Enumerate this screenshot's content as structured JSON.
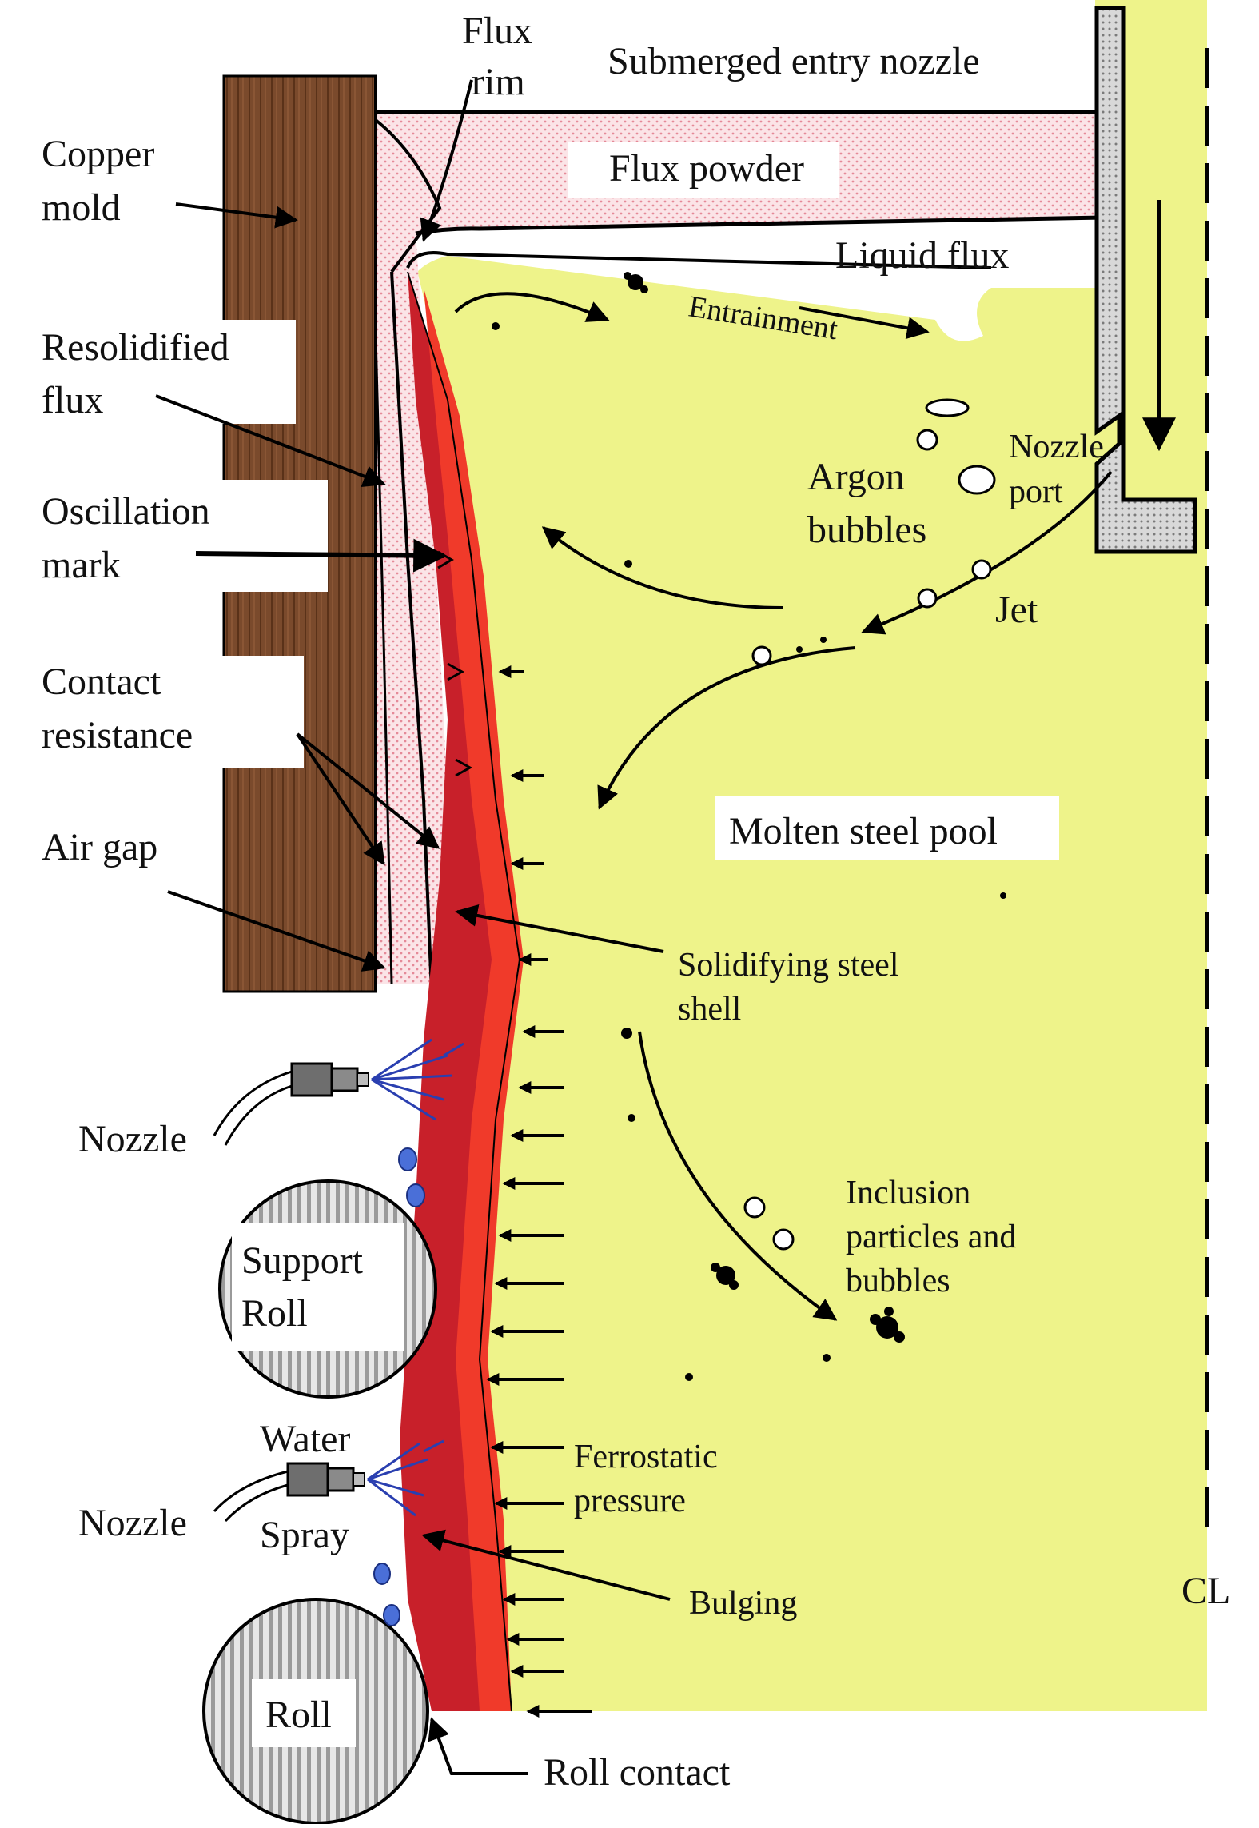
{
  "diagram": {
    "labels": {
      "flux_rim_1": "Flux",
      "flux_rim_2": "rim",
      "sen": "Submerged entry nozzle",
      "copper_mold_1": "Copper",
      "copper_mold_2": "mold",
      "flux_powder": "Flux powder",
      "liquid_flux": "Liquid flux",
      "entrainment": "Entrainment",
      "resolidified_1": "Resolidified",
      "resolidified_2": "flux",
      "oscillation_1": "Oscillation",
      "oscillation_2": "mark",
      "argon_1": "Argon",
      "argon_2": "bubbles",
      "nozzle_port_1": "Nozzle",
      "nozzle_port_2": "port",
      "jet": "Jet",
      "contact_1": "Contact",
      "contact_2": "resistance",
      "molten_pool": "Molten steel pool",
      "air_gap": "Air gap",
      "shell_1": "Solidifying steel",
      "shell_2": "shell",
      "nozzle_1": "Nozzle",
      "inclusion_1": "Inclusion",
      "inclusion_2": "particles and",
      "inclusion_3": "bubbles",
      "support_roll_1": "Support",
      "support_roll_2": "Roll",
      "water": "Water",
      "spray": "Spray",
      "nozzle_2": "Nozzle",
      "ferrostatic_1": "Ferrostatic",
      "ferrostatic_2": "pressure",
      "bulging": "Bulging",
      "centerline": "CL",
      "roll": "Roll",
      "roll_contact": "Roll contact"
    },
    "colors": {
      "pool": "#eef38a",
      "mold": "#7a4a2c",
      "shell_dark": "#c8202a",
      "shell_light": "#f03a2a",
      "flux_pink": "#f6c9cf",
      "nozzle_grey": "#b8b8b8",
      "roll_grey": "#bdbdbd",
      "spray_blue": "#2a3fb0",
      "droplet_blue": "#4a6fd8"
    }
  }
}
